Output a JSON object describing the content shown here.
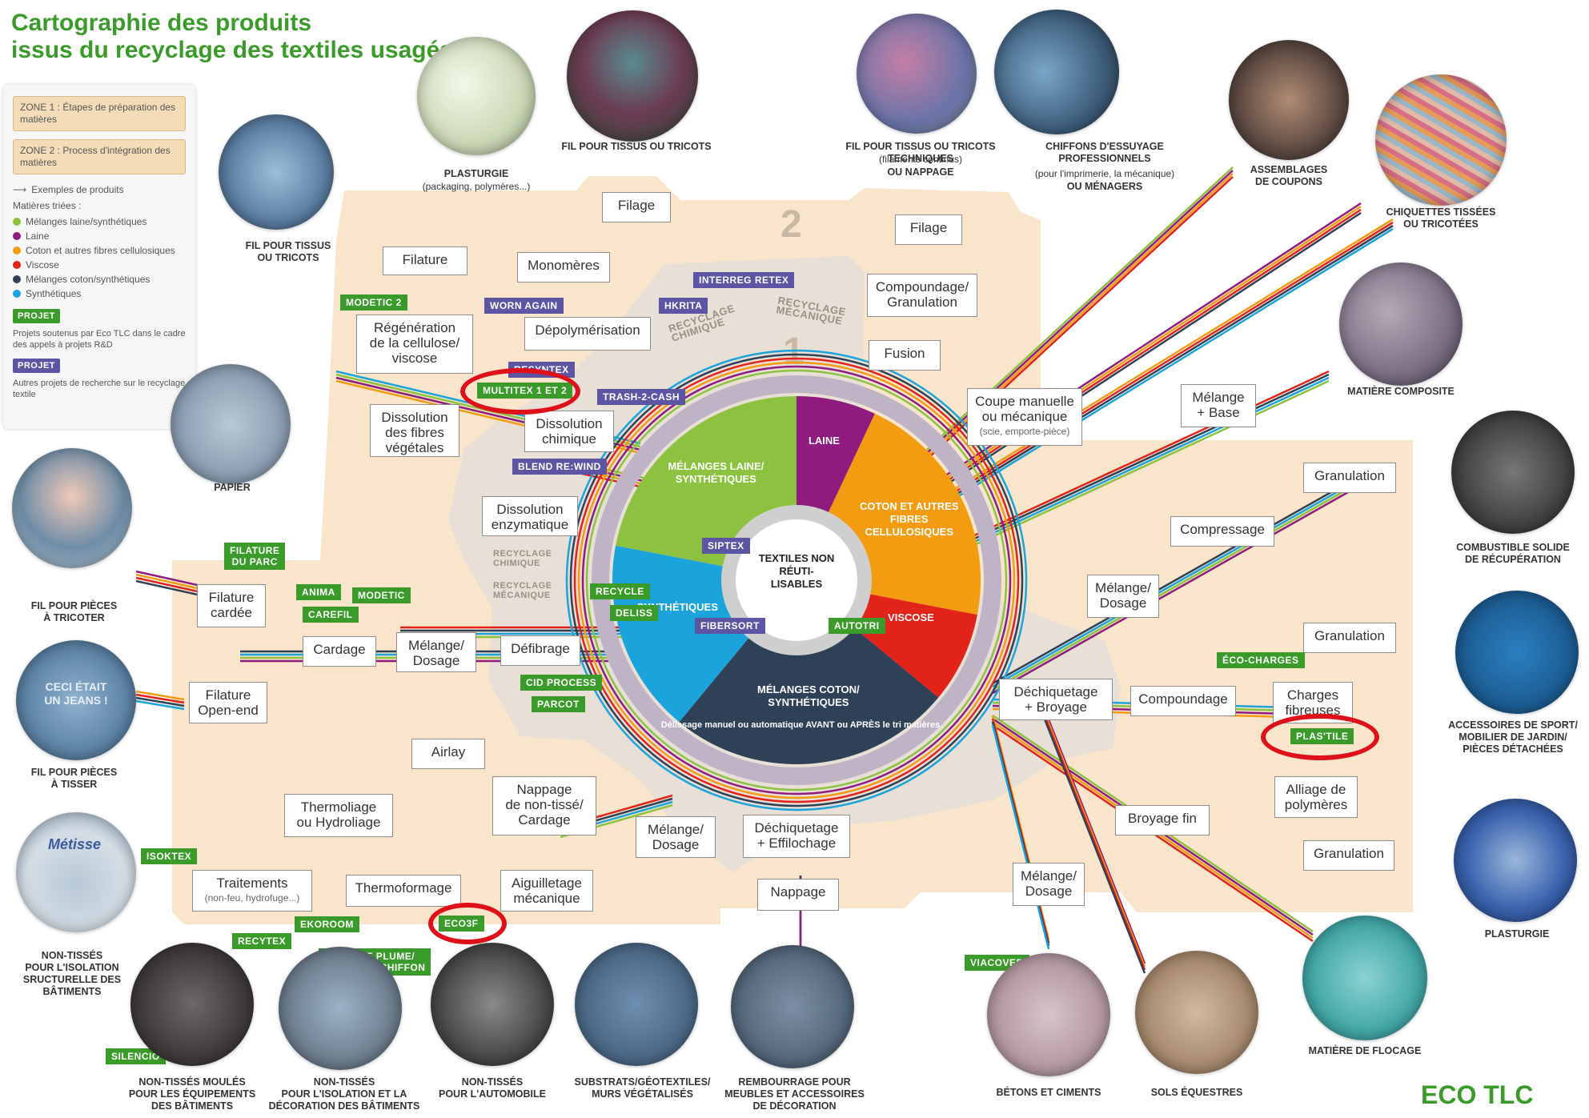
{
  "title_line1": "Cartographie des produits",
  "title_line2": "issus du recyclage des textiles usagés",
  "legend": {
    "zone1": "ZONE 1 : Étapes de préparation des matières",
    "zone2": "ZONE 2 : Process d'intégration des matières",
    "examples": "Exemples de produits",
    "materials_title": "Matières triées :",
    "materials": [
      {
        "label": "Mélanges laine/synthétiques",
        "color": "#8cc23f"
      },
      {
        "label": "Laine",
        "color": "#8e1b7d"
      },
      {
        "label": "Coton et autres fibres cellulosiques",
        "color": "#f39c12"
      },
      {
        "label": "Viscose",
        "color": "#e2231a"
      },
      {
        "label": "Mélanges coton/synthétiques",
        "color": "#2f4157"
      },
      {
        "label": "Synthétiques",
        "color": "#1ba3dc"
      }
    ],
    "projet_tag": "PROJET",
    "projet_green_text": "Projets soutenus par Eco TLC dans le cadre des appels à projets R&D",
    "projet_purple_text": "Autres projets de recherche sur le recyclage textile"
  },
  "center": {
    "label": "TEXTILES NON RÉUTI-LISABLES",
    "ring_text_top": "Délissage manuel ou automatique",
    "ring_text_mid": "AVANT ou APRÈS le tri matières",
    "ring_text_bottom": "Délissage manuel ou automatique AVANT ou APRÈS le tri matières",
    "segments": [
      {
        "label": "MÉLANGES LAINE/ SYNTHÉTIQUES",
        "value": 22,
        "color": "#8cc23f"
      },
      {
        "label": "LAINE",
        "value": 7,
        "color": "#8e1b7d"
      },
      {
        "label": "COTON ET AUTRES FIBRES CELLULOSIQUES",
        "value": 21,
        "color": "#f39c12"
      },
      {
        "label": "VISCOSE",
        "value": 8,
        "color": "#e2231a"
      },
      {
        "label": "MÉLANGES COTON/ SYNTHÉTIQUES",
        "value": 25,
        "color": "#2f4157"
      },
      {
        "label": "SYNTHÉTIQUES",
        "value": 17,
        "color": "#1ba3dc"
      }
    ]
  },
  "zone_numbers": {
    "z2": "2",
    "z1": "1"
  },
  "zone_labels": {
    "recyclage_chimique": "RECYCLAGE CHIMIQUE",
    "recyclage_mecanique": "RECYCLAGE MÉCANIQUE",
    "left_chimique": "RECYCLAGE CHIMIQUE",
    "left_mecanique": "RECYCLAGE MÉCANIQUE"
  },
  "process_boxes": {
    "filature": "Filature",
    "monomeres": "Monomères",
    "filage1": "Filage",
    "depolymerisation": "Dépolymérisation",
    "regeneration": "Régénération\nde la cellulose/\nviscose",
    "dissolution_vegetales": "Dissolution\ndes fibres\nvégétales",
    "dissolution_chimique": "Dissolution\nchimique",
    "dissolution_enzymatique": "Dissolution\nenzymatique",
    "filage2": "Filage",
    "compoundage_granulation": "Compoundage/\nGranulation",
    "fusion": "Fusion",
    "coupe": "Coupe manuelle\nou mécanique",
    "coupe_sub": "(scie, emporte-pièce)",
    "melange_base": "Mélange\n+ Base",
    "granulation1": "Granulation",
    "compressage": "Compressage",
    "melange_dosage_r1": "Mélange/\nDosage",
    "granulation2": "Granulation",
    "dechiquetage_broyage": "Déchiquetage\n+ Broyage",
    "compoundage": "Compoundage",
    "charges_fibreuses": "Charges\nfibreuses",
    "alliage": "Alliage de\npolymères",
    "broyage_fin": "Broyage fin",
    "granulation3": "Granulation",
    "melange_dosage_r2": "Mélange/\nDosage",
    "filature_cardee": "Filature\ncardée",
    "cardage": "Cardage",
    "melange_dosage_l": "Mélange/\nDosage",
    "defibrage": "Défibrage",
    "filature_openend": "Filature\nOpen-end",
    "airlay": "Airlay",
    "thermoliage": "Thermoliage\nou Hydroliage",
    "nappage_nontisse": "Nappage\nde non-tissé/\nCardage",
    "melange_dosage_b": "Mélange/\nDosage",
    "dechiquetage_effilochage": "Déchiquetage\n+ Effilochage",
    "traitements": "Traitements",
    "traitements_sub": "(non-feu, hydrofuge...)",
    "thermoformage": "Thermoformage",
    "aiguilletage": "Aiguilletage\nmécanique",
    "nappage": "Nappage"
  },
  "project_tags": {
    "modetic2": "MODETIC 2",
    "worn_again": "WORN AGAIN",
    "hkrita": "HKRITA",
    "interreg": "INTERREG RETEX",
    "resyntex": "RESYNTEX",
    "multitex": "MULTITEX 1 ET 2",
    "trash2cash": "TRASH-2-CASH",
    "blend": "BLEND RE:WIND",
    "filature_parc": "FILATURE\nDU PARC",
    "anima": "ANIMA",
    "modetic": "MODETIC",
    "carefil": "CAREFIL",
    "recycle": "RECYCLE",
    "siptex": "SIPTEX",
    "deliss": "DELISS",
    "fibersort": "FIBERSORT",
    "autotri": "AUTOTRI",
    "cid": "CID PROCESS",
    "parcot": "PARCOT",
    "ecocharges": "ÉCO-CHARGES",
    "plastile": "PLAS'TILE",
    "isoktex": "ISOKTEX",
    "ekoroom": "EKOROOM",
    "recytex": "RECYTEX",
    "eco3f": "ECO3F",
    "pierre_plume": "PIERRE PLUME/\nBÉTON DE CHIFFON",
    "silencio": "SILENCIO",
    "viacover": "VIACOVER"
  },
  "products": {
    "plasturgie_top": "PLASTURGIE",
    "plasturgie_top_sub": "(packaging, polymères...)",
    "fil_tissus_top": "FIL POUR TISSUS OU TRICOTS",
    "fil_tissus_left": "FIL POUR TISSUS\nOU TRICOTS",
    "fil_techniques": "FIL POUR TISSUS OU TRICOTS\nTECHNIQUES",
    "fil_techniques_sub": "(filaments continus)",
    "fil_techniques_end": "OU NAPPAGE",
    "chiffons": "CHIFFONS D'ESSUYAGE\nPROFESSIONNELS",
    "chiffons_sub": "(pour l'imprimerie, la mécanique)",
    "chiffons_end": "OU MÉNAGERS",
    "assemblages": "ASSEMBLAGES\nDE COUPONS",
    "chiquettes": "CHIQUETTES TISSÉES\nOU TRICOTÉES",
    "matiere_composite": "MATIÈRE COMPOSITE",
    "papier": "PAPIER",
    "combustible": "COMBUSTIBLE SOLIDE\nDE RÉCUPÉRATION",
    "fil_tricoter": "FIL POUR PIÈCES\nÀ TRICOTER",
    "accessoires_sport": "ACCESSOIRES DE SPORT/\nMOBILIER DE JARDIN/\nPIÈCES DÉTACHÉES",
    "fil_tisser": "FIL POUR PIÈCES\nÀ TISSER",
    "plasturgie_right": "PLASTURGIE",
    "non_tisses_isolation": "NON-TISSÉS\nPOUR L'ISOLATION\nSRUCTURELLE DES\nBÂTIMENTS",
    "matiere_flocage": "MATIÈRE DE FLOCAGE",
    "non_tisses_moules": "NON-TISSÉS MOULÉS\nPOUR LES ÉQUIPEMENTS\nDES BÂTIMENTS",
    "non_tisses_deco": "NON-TISSÉS\nPOUR L'ISOLATION ET LA\nDÉCORATION DES BÂTIMENTS",
    "non_tisses_auto": "NON-TISSÉS\nPOUR L'AUTOMOBILE",
    "substrats": "SUBSTRATS/GÉOTEXTILES/\nMURS VÉGÉTALISÉS",
    "rembourrage": "REMBOURRAGE POUR\nMEUBLES ET ACCESSOIRES\nDE DÉCORATION",
    "betons": "BÉTONS ET CIMENTS",
    "sols": "SOLS ÉQUESTRES"
  },
  "photo_texts": {
    "jeans": "CECI ÉTAIT\nUN JEANS !",
    "metisse": "Métisse"
  },
  "logo": "ECO TLC",
  "colors": {
    "zone2_bg": "#f8e5cb",
    "zone1_bg": "#e8dfd6",
    "green_tag": "#3a9a2a",
    "purple_tag": "#5b55a3",
    "highlight_red": "#e0101b"
  }
}
